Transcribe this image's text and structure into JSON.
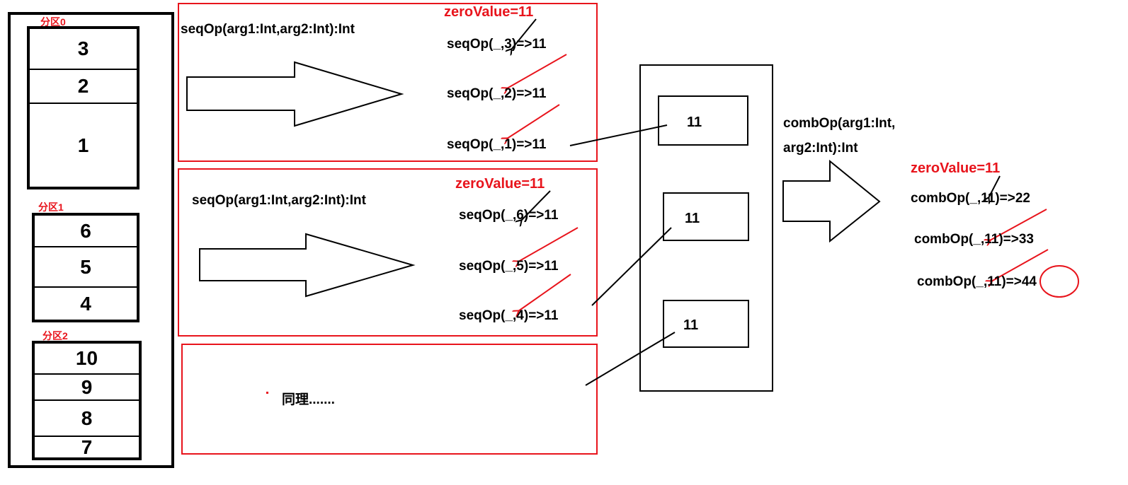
{
  "partitions": [
    {
      "label": "分区0",
      "items": [
        "3",
        "2",
        "1"
      ]
    },
    {
      "label": "分区1",
      "items": [
        "6",
        "5",
        "4"
      ]
    },
    {
      "label": "分区2",
      "items": [
        "10",
        "9",
        "8",
        "7"
      ]
    }
  ],
  "seq_panel_0": {
    "signature": "seqOp(arg1:Int,arg2:Int):Int",
    "zero_value": "zeroValue=11",
    "steps": [
      "seqOp(_,3)=>11",
      "seqOp(_,2)=>11",
      "seqOp(_,1)=>11"
    ]
  },
  "seq_panel_1": {
    "signature": "seqOp(arg1:Int,arg2:Int):Int",
    "zero_value": "zeroValue=11",
    "steps": [
      "seqOp(_,6)=>11",
      "seqOp(_,5)=>11",
      "seqOp(_,4)=>11"
    ]
  },
  "seq_panel_2": {
    "text": "同理......."
  },
  "results": [
    "11",
    "11",
    "11"
  ],
  "comb": {
    "signature_line1": "combOp(arg1:Int,",
    "signature_line2": "arg2:Int):Int",
    "zero_value": "zeroValue=11",
    "steps": [
      {
        "prefix": "combOp(_,11)=>",
        "result": "22"
      },
      {
        "prefix": "combOp(_,11)=>",
        "result": "33"
      },
      {
        "prefix": "combOp(_,11)=>",
        "result": "44"
      }
    ]
  },
  "colors": {
    "accent_red": "#e8141c",
    "ink": "#000000"
  }
}
